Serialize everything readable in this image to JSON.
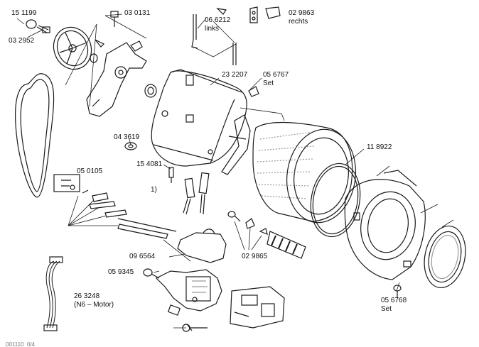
{
  "labels": {
    "p151199": "15 1199",
    "p030131": "03 0131",
    "p066212": "06 6212",
    "links": "links",
    "p029863": "02 9863",
    "rechts": "rechts",
    "p032952": "03 2952",
    "p232207": "23 2207",
    "p056767": "05 6767",
    "set1": "Set",
    "p043619": "04 3619",
    "p118922": "11 8922",
    "p050105": "05 0105",
    "p154081": "15 4081",
    "note1": "1)",
    "p096564": "09 6564",
    "p029865": "02 9865",
    "p059345": "05 9345",
    "p263248": "26 3248",
    "n6motor": "(N6 – Motor)",
    "p056768": "05 6768",
    "set2": "Set",
    "footer": "001110_0/4"
  },
  "colors": {
    "line": "#1a1a1a",
    "shade": "#9a9a9a",
    "light": "#d8d8d8"
  }
}
